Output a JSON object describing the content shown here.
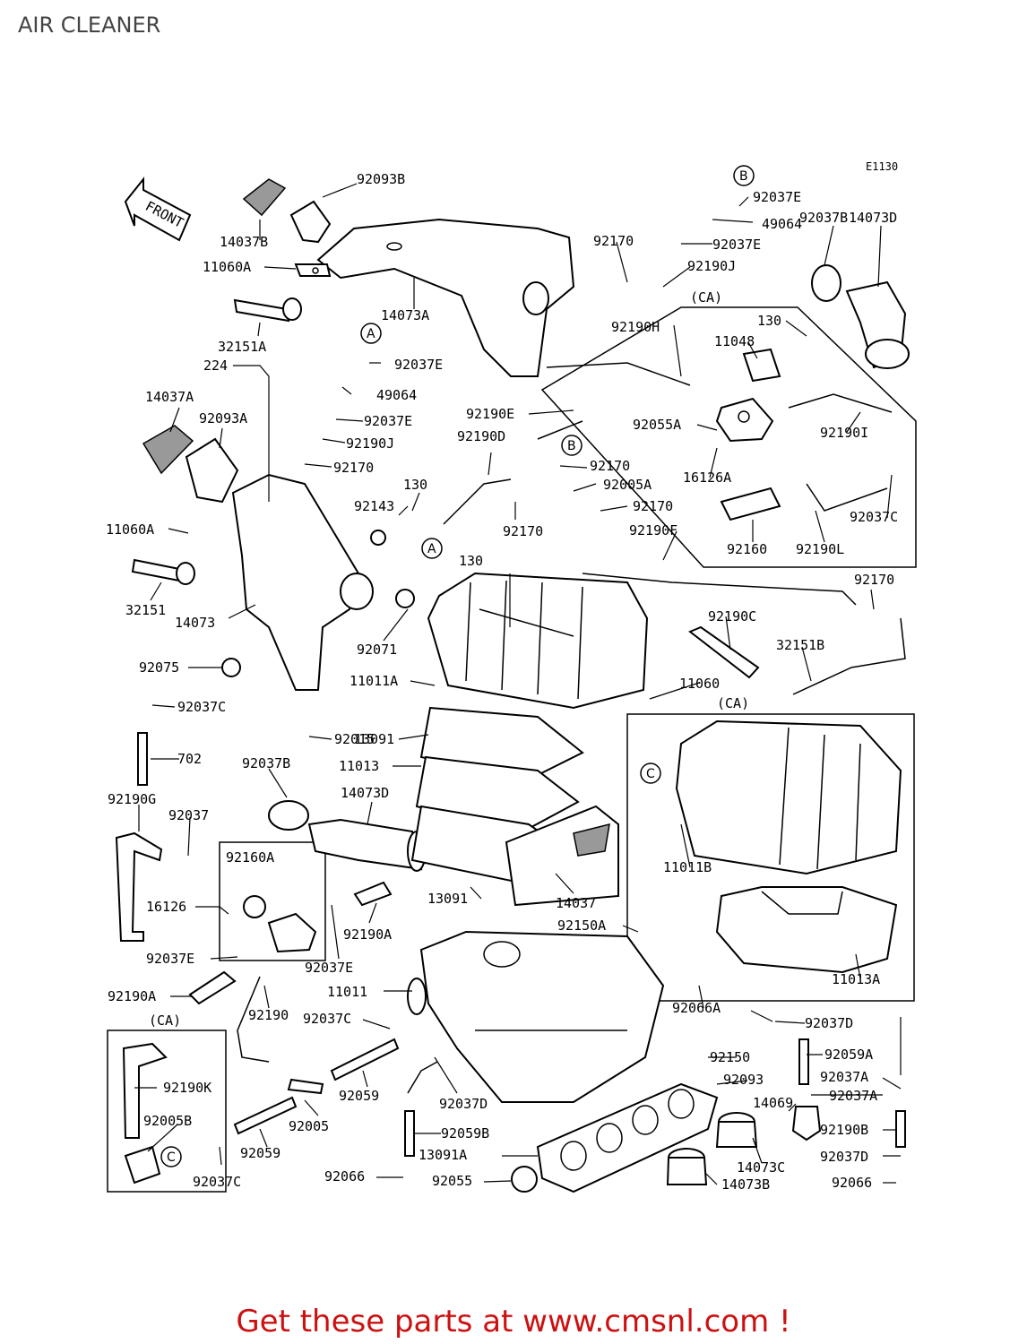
{
  "title": "AIR CLEANER",
  "diagram_code": "E1130",
  "front_label": "FRONT",
  "footer": "Get these parts at www.cmsnl.com !",
  "callout_letters": [
    "A",
    "B",
    "C"
  ],
  "labels": [
    {
      "id": "l01",
      "text": "92093B"
    },
    {
      "id": "l02",
      "text": "14037B"
    },
    {
      "id": "l03",
      "text": "11060A"
    },
    {
      "id": "l04",
      "text": "14073A"
    },
    {
      "id": "l05",
      "text": "32151A"
    },
    {
      "id": "l06",
      "text": "224"
    },
    {
      "id": "l07",
      "text": "92037E"
    },
    {
      "id": "l08",
      "text": "49064"
    },
    {
      "id": "l09",
      "text": "14037A"
    },
    {
      "id": "l10",
      "text": "92093A"
    },
    {
      "id": "l11",
      "text": "92037E"
    },
    {
      "id": "l12",
      "text": "92190J"
    },
    {
      "id": "l13",
      "text": "92170"
    },
    {
      "id": "l14",
      "text": "92143"
    },
    {
      "id": "l15",
      "text": "130"
    },
    {
      "id": "l16",
      "text": "11060A"
    },
    {
      "id": "l17",
      "text": "32151"
    },
    {
      "id": "l18",
      "text": "14073"
    },
    {
      "id": "l19",
      "text": "92071"
    },
    {
      "id": "l20",
      "text": "92075"
    },
    {
      "id": "l21",
      "text": "92037C"
    },
    {
      "id": "l22",
      "text": "92015"
    },
    {
      "id": "l23",
      "text": "702"
    },
    {
      "id": "l24",
      "text": "92037B"
    },
    {
      "id": "l25",
      "text": "92190G"
    },
    {
      "id": "l26",
      "text": "92037"
    },
    {
      "id": "l27",
      "text": "14073D"
    },
    {
      "id": "l28",
      "text": "92160A"
    },
    {
      "id": "l29",
      "text": "16126"
    },
    {
      "id": "l30",
      "text": "92190A"
    },
    {
      "id": "l31",
      "text": "92037E"
    },
    {
      "id": "l32",
      "text": "92037E"
    },
    {
      "id": "l33",
      "text": "92190A"
    },
    {
      "id": "l34",
      "text": "92190"
    },
    {
      "id": "l35",
      "text": "92037C"
    },
    {
      "id": "l36",
      "text": "(CA)"
    },
    {
      "id": "l37",
      "text": "92190K"
    },
    {
      "id": "l38",
      "text": "92005B"
    },
    {
      "id": "l39",
      "text": "92037C"
    },
    {
      "id": "l40",
      "text": "92059"
    },
    {
      "id": "l41",
      "text": "92005"
    },
    {
      "id": "l42",
      "text": "92059"
    },
    {
      "id": "l43",
      "text": "92066"
    },
    {
      "id": "l44",
      "text": "92055"
    },
    {
      "id": "l45",
      "text": "13091A"
    },
    {
      "id": "l46",
      "text": "92059B"
    },
    {
      "id": "l47",
      "text": "92037D"
    },
    {
      "id": "l48",
      "text": "11011"
    },
    {
      "id": "l49",
      "text": "92150A"
    },
    {
      "id": "l50",
      "text": "13091"
    },
    {
      "id": "l51",
      "text": "14037"
    },
    {
      "id": "l52",
      "text": "11013"
    },
    {
      "id": "l53",
      "text": "13091"
    },
    {
      "id": "l54",
      "text": "11011A"
    },
    {
      "id": "l55",
      "text": "130"
    },
    {
      "id": "l56",
      "text": "92170"
    },
    {
      "id": "l57",
      "text": "92190D"
    },
    {
      "id": "l58",
      "text": "92190E"
    },
    {
      "id": "l59",
      "text": "92170"
    },
    {
      "id": "l60",
      "text": "92005A"
    },
    {
      "id": "l61",
      "text": "92170"
    },
    {
      "id": "l62",
      "text": "92190F"
    },
    {
      "id": "l63",
      "text": "92170"
    },
    {
      "id": "l64",
      "text": "92190J"
    },
    {
      "id": "l65",
      "text": "92037E"
    },
    {
      "id": "l66",
      "text": "49064"
    },
    {
      "id": "l67",
      "text": "92037E"
    },
    {
      "id": "l68",
      "text": "92037B"
    },
    {
      "id": "l69",
      "text": "14073D"
    },
    {
      "id": "l70",
      "text": "(CA)"
    },
    {
      "id": "l71",
      "text": "92190H"
    },
    {
      "id": "l72",
      "text": "130"
    },
    {
      "id": "l73",
      "text": "11048"
    },
    {
      "id": "l74",
      "text": "92055A"
    },
    {
      "id": "l75",
      "text": "92190I"
    },
    {
      "id": "l76",
      "text": "16126A"
    },
    {
      "id": "l77",
      "text": "92037C"
    },
    {
      "id": "l78",
      "text": "92160"
    },
    {
      "id": "l79",
      "text": "92190L"
    },
    {
      "id": "l80",
      "text": "92170"
    },
    {
      "id": "l81",
      "text": "92190C"
    },
    {
      "id": "l82",
      "text": "32151B"
    },
    {
      "id": "l83",
      "text": "11060"
    },
    {
      "id": "l84",
      "text": "(CA)"
    },
    {
      "id": "l85",
      "text": "11011B"
    },
    {
      "id": "l86",
      "text": "11013A"
    },
    {
      "id": "l87",
      "text": "92066A"
    },
    {
      "id": "l88",
      "text": "92037D"
    },
    {
      "id": "l89",
      "text": "92150"
    },
    {
      "id": "l90",
      "text": "92093"
    },
    {
      "id": "l91",
      "text": "14069"
    },
    {
      "id": "l92",
      "text": "14073C"
    },
    {
      "id": "l93",
      "text": "14073B"
    },
    {
      "id": "l94",
      "text": "92059A"
    },
    {
      "id": "l95",
      "text": "92037A"
    },
    {
      "id": "l96",
      "text": "92037A"
    },
    {
      "id": "l97",
      "text": "92190B"
    },
    {
      "id": "l98",
      "text": "92037D"
    },
    {
      "id": "l99",
      "text": "92066"
    }
  ]
}
